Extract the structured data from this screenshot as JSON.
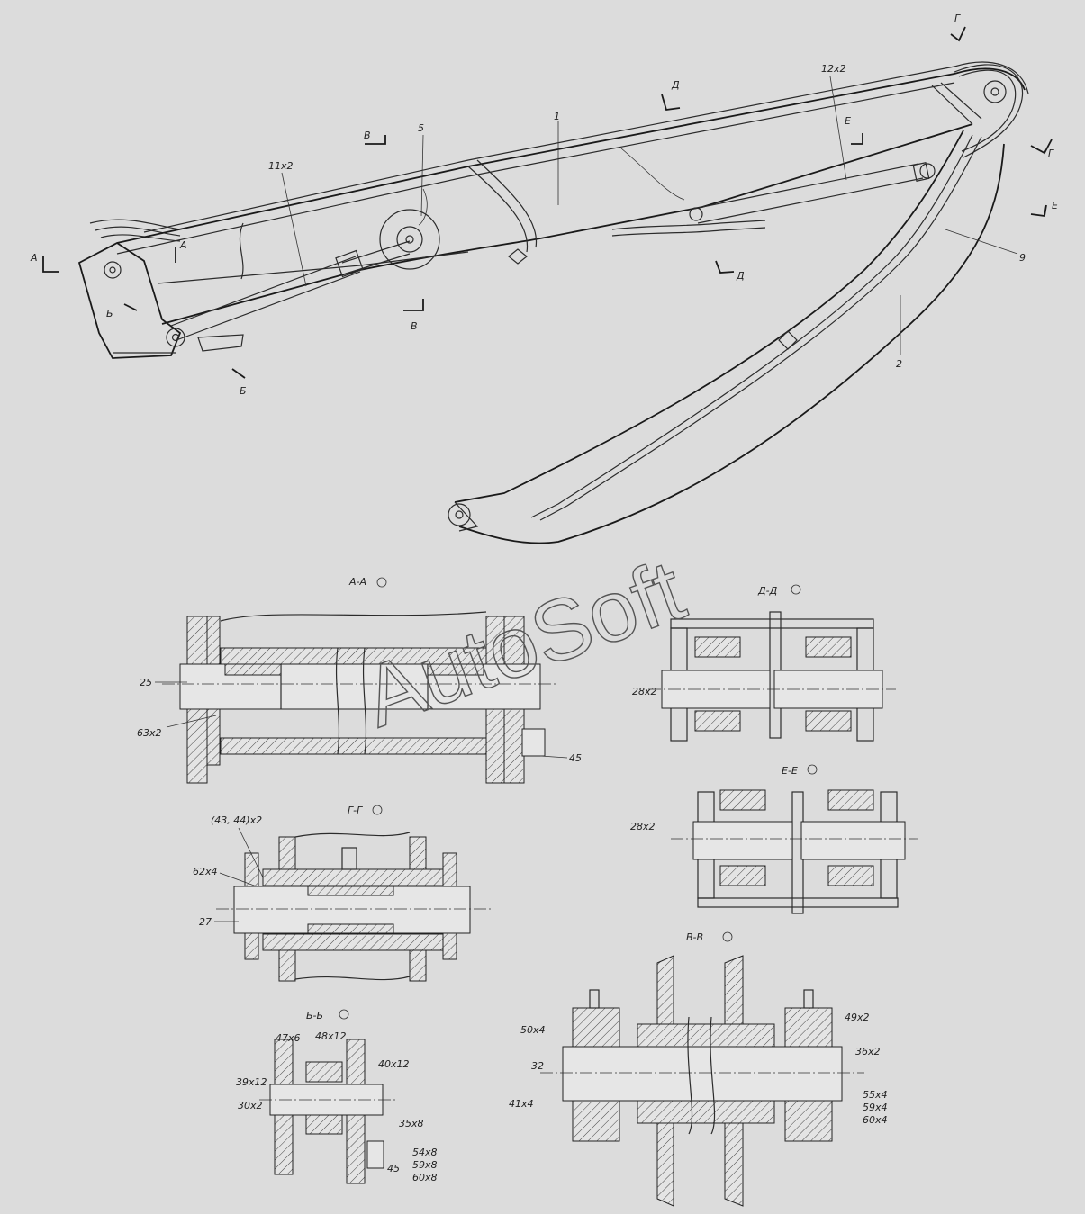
{
  "watermark": "AutoSoft",
  "colors": {
    "background": "#dcdcdc",
    "line": "#2b2b2b"
  },
  "section_marks": {
    "A_left": "А",
    "A_inner": "А",
    "B_left": "Б",
    "B_bottom": "Б",
    "V_top": "В",
    "V_bottom": "В",
    "G_top": "Г",
    "G_right": "Г",
    "D_top": "Д",
    "D_bottom": "Д",
    "E_top": "Е",
    "E_right": "Е"
  },
  "main_view_callouts": {
    "c1": "1",
    "c2": "2",
    "c5": "5",
    "c9": "9",
    "c11": "11x2",
    "c12": "12x2"
  },
  "sections": {
    "AA": {
      "title": "А-А",
      "callouts": {
        "c25": "25",
        "c63": "63x2",
        "c45": "45"
      }
    },
    "DD": {
      "title": "Д-Д",
      "callouts": {
        "c28": "28x2"
      }
    },
    "EE": {
      "title": "Е-Е",
      "callouts": {
        "c28": "28x2"
      }
    },
    "GG": {
      "title": "Г-Г",
      "callouts": {
        "c4344": "(43, 44)x2",
        "c62": "62x4",
        "c27": "27"
      }
    },
    "BB": {
      "title": "Б-Б",
      "callouts": {
        "c47": "47x6",
        "c48": "48x12",
        "c40": "40x12",
        "c39": "39x12",
        "c30": "30x2",
        "c35": "35x8",
        "c54": "54x8",
        "c59": "59x8",
        "c60": "60x8",
        "c45": "45"
      }
    },
    "VV": {
      "title": "В-В",
      "callouts": {
        "c50": "50x4",
        "c32": "32",
        "c41": "41x4",
        "c49": "49x2",
        "c36": "36x2",
        "c55": "55x4",
        "c59": "59x4",
        "c60": "60x4"
      }
    }
  }
}
